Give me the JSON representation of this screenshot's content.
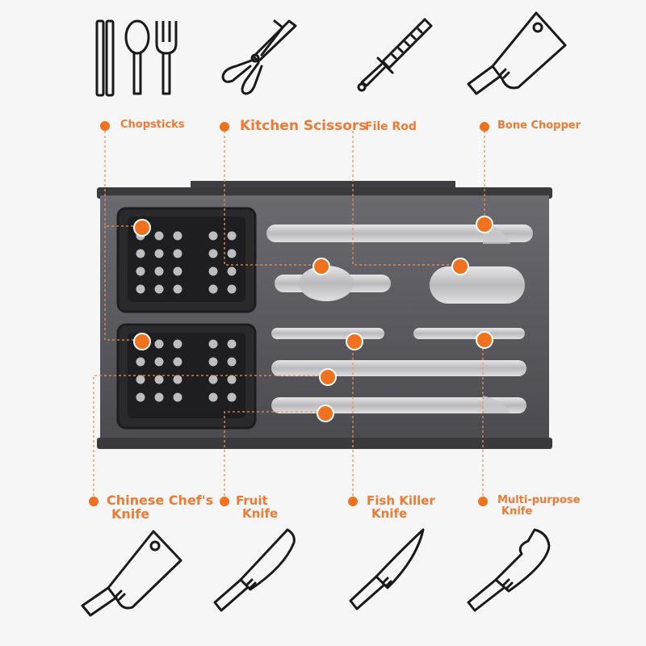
{
  "colors": {
    "accent": "#f0721f",
    "label": "#f07a33",
    "leader": "#f09050",
    "rack": "#5a5a5e",
    "icon_stroke": "#1a1a1a"
  },
  "top_labels": {
    "chopsticks": "Chopsticks",
    "scissors": "Kitchen Scissors",
    "file_rod": "File Rod",
    "bone_chopper": "Bone Chopper"
  },
  "bottom_labels": {
    "chinese_chef_line1": "Chinese Chef's",
    "chinese_chef_line2": "Knife",
    "fruit_line1": "Fruit",
    "fruit_line2": "Knife",
    "fish_line1": "Fish Killer",
    "fish_line2": "Knife",
    "multi_line1": "Multi-purpose",
    "multi_line2": "Knife"
  },
  "icons": {
    "top": [
      "chopsticks-spoon-fork-icon",
      "scissors-icon",
      "file-rod-icon",
      "bone-chopper-icon"
    ],
    "bottom": [
      "chinese-chef-knife-icon",
      "fruit-knife-icon",
      "fish-killer-knife-icon",
      "multi-purpose-knife-icon"
    ]
  }
}
